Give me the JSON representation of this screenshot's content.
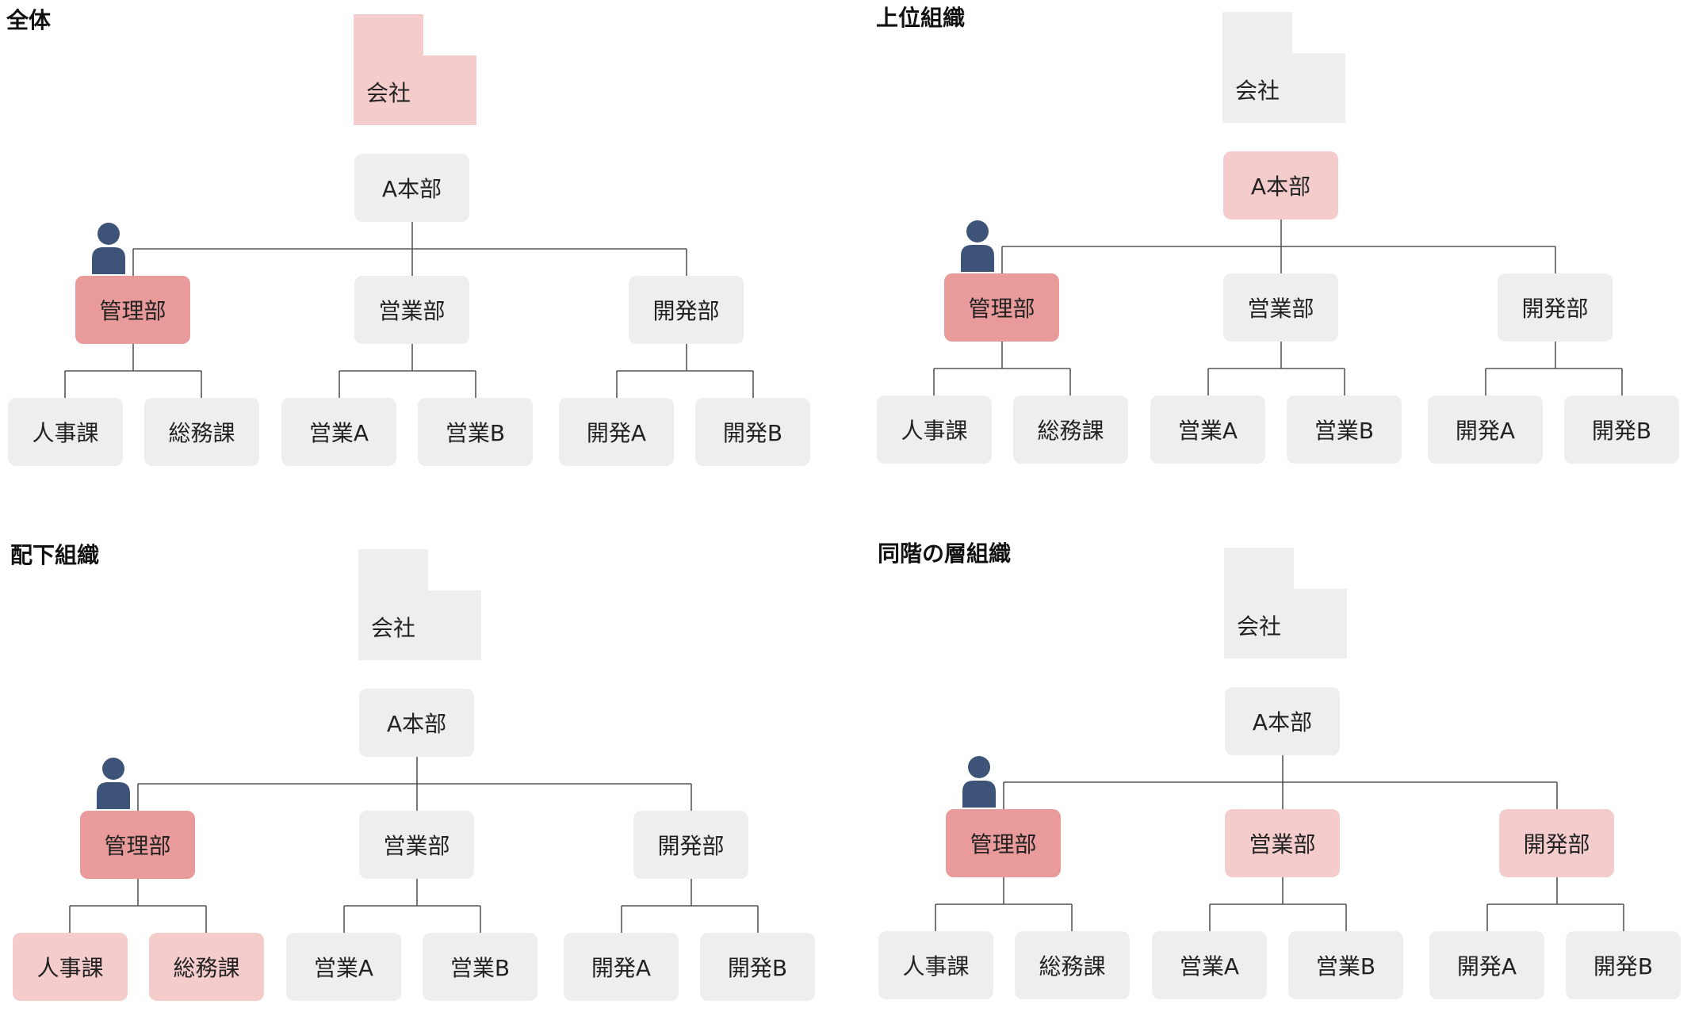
{
  "colors": {
    "self": "#e99a9a",
    "highlight": "#f4cccc",
    "normal": "#eeeeee",
    "person": "#3d5478",
    "connector": "#555555"
  },
  "panels": [
    {
      "title": "全体",
      "company": "会社",
      "hq": "A本部",
      "depts": [
        "管理部",
        "営業部",
        "開発部"
      ],
      "sections": [
        "人事課",
        "総務課",
        "営業A",
        "営業B",
        "開発A",
        "開発B"
      ],
      "highlights": {
        "company": true,
        "hq": false,
        "depts": [
          false,
          false,
          false
        ],
        "sections": [
          false,
          false,
          false,
          false,
          false,
          false
        ]
      }
    },
    {
      "title": "上位組織",
      "company": "会社",
      "hq": "A本部",
      "depts": [
        "管理部",
        "営業部",
        "開発部"
      ],
      "sections": [
        "人事課",
        "総務課",
        "営業A",
        "営業B",
        "開発A",
        "開発B"
      ],
      "highlights": {
        "company": false,
        "hq": true,
        "depts": [
          false,
          false,
          false
        ],
        "sections": [
          false,
          false,
          false,
          false,
          false,
          false
        ]
      }
    },
    {
      "title": "配下組織",
      "company": "会社",
      "hq": "A本部",
      "depts": [
        "管理部",
        "営業部",
        "開発部"
      ],
      "sections": [
        "人事課",
        "総務課",
        "営業A",
        "営業B",
        "開発A",
        "開発B"
      ],
      "highlights": {
        "company": false,
        "hq": false,
        "depts": [
          false,
          false,
          false
        ],
        "sections": [
          true,
          true,
          false,
          false,
          false,
          false
        ]
      }
    },
    {
      "title": "同階の層組織",
      "company": "会社",
      "hq": "A本部",
      "depts": [
        "管理部",
        "営業部",
        "開発部"
      ],
      "sections": [
        "人事課",
        "総務課",
        "営業A",
        "営業B",
        "開発A",
        "開発B"
      ],
      "highlights": {
        "company": false,
        "hq": false,
        "depts": [
          false,
          true,
          true
        ],
        "sections": [
          false,
          false,
          false,
          false,
          false,
          false
        ]
      }
    }
  ]
}
